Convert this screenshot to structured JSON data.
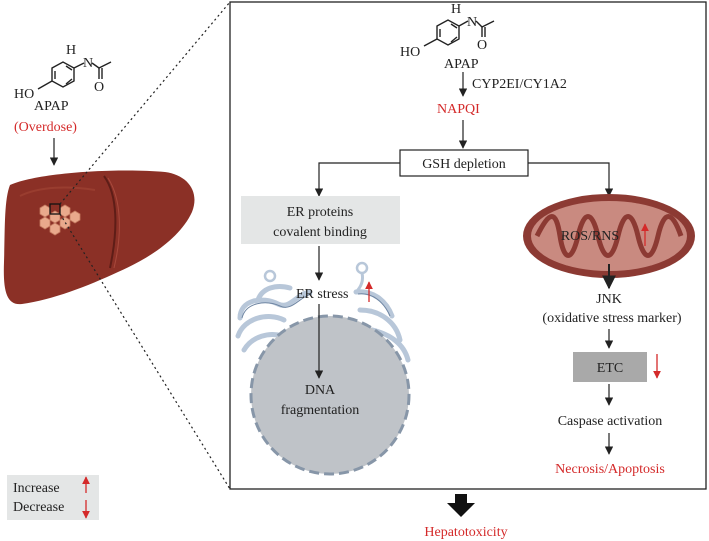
{
  "left_panel": {
    "drug_name": "APAP",
    "drug_note": "(Overdose)",
    "molecule": {
      "hydroxyl": "HO",
      "amine_h": "H",
      "nitrogen": "N",
      "oxygen": "O"
    }
  },
  "detail_panel": {
    "drug_name": "APAP",
    "molecule": {
      "hydroxyl": "HO",
      "amine_h": "H",
      "nitrogen": "N",
      "oxygen": "O"
    },
    "enzymes": "CYP2EI/CY1A2",
    "metabolite": "NAPQI",
    "gsh": "GSH depletion",
    "er_branch": {
      "proteins_line1": "ER proteins",
      "proteins_line2": "covalent binding",
      "er_stress": "ER stress",
      "dna_line1": "DNA",
      "dna_line2": "fragmentation"
    },
    "mito_branch": {
      "ros": "ROS/RNS",
      "jnk": "JNK",
      "jnk_note": "(oxidative stress marker)",
      "etc": "ETC",
      "caspase": "Caspase activation",
      "outcome": "Necrosis/Apoptosis"
    }
  },
  "legend": {
    "increase": "Increase",
    "decrease": "Decrease"
  },
  "result": "Hepatotoxicity",
  "colors": {
    "red": "#d42a2a",
    "liver": "#8b3026",
    "liver_dark": "#6e231c",
    "mito_outer": "#8c3a33",
    "mito_inner": "#c98a80",
    "nucleus": "#bfc3c8",
    "er_blue": "#b8c7d9",
    "box_grey": "#e4e6e6",
    "etc_grey": "#a9a9a9"
  }
}
